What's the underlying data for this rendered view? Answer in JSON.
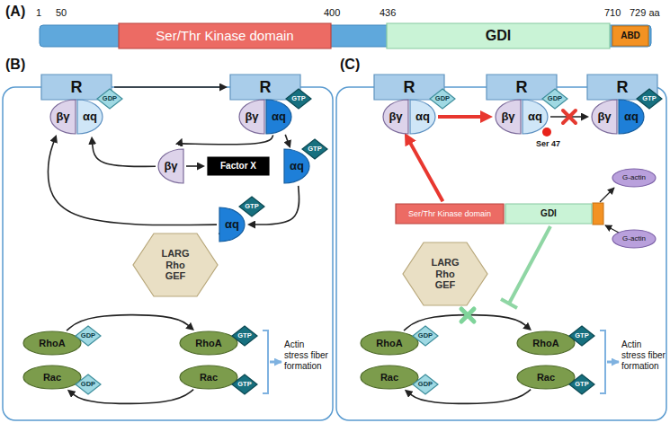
{
  "diagram": {
    "nodes": [
      {
        "text": [
          "Ser/Thr Kinase domain"
        ]
      },
      {
        "text": [
          "GDI"
        ]
      },
      {
        "text": [
          "ABD"
        ]
      },
      {
        "text": [
          "R"
        ]
      },
      {
        "text": [
          "βγ"
        ]
      },
      {
        "text": [
          "αq"
        ]
      },
      {
        "text": [
          "GDP"
        ]
      },
      {
        "text": [
          "R"
        ]
      },
      {
        "text": [
          "βγ"
        ]
      },
      {
        "text": [
          "αq"
        ]
      },
      {
        "text": [
          "GTP"
        ]
      },
      {
        "text": [
          "βγ"
        ]
      },
      {
        "text": [
          "Factor X"
        ]
      },
      {
        "text": [
          "αq"
        ]
      },
      {
        "text": [
          "GTP"
        ]
      },
      {
        "text": [
          "αq"
        ]
      },
      {
        "text": [
          "GTP"
        ]
      },
      {
        "text": [
          "LARG Rho GEF"
        ]
      },
      {
        "text": [
          "RhoA"
        ]
      },
      {
        "text": [
          "GDP"
        ]
      },
      {
        "text": [
          "RhoA"
        ]
      },
      {
        "text": [
          "GTP"
        ]
      },
      {
        "text": [
          "Rac"
        ]
      },
      {
        "text": [
          "GDP"
        ]
      },
      {
        "text": [
          "Rac"
        ]
      },
      {
        "text": [
          "GTP"
        ]
      },
      {
        "text": [
          "R"
        ]
      },
      {
        "text": [
          "βγ"
        ]
      },
      {
        "text": [
          "αq"
        ]
      },
      {
        "text": [
          "GDP"
        ]
      },
      {
        "text": [
          "R"
        ]
      },
      {
        "text": [
          "βγ"
        ]
      },
      {
        "text": [
          "αq"
        ]
      },
      {
        "text": [
          "GDP"
        ]
      },
      {
        "text": [
          "R"
        ]
      },
      {
        "text": [
          "βγ"
        ]
      },
      {
        "text": [
          "αq"
        ]
      },
      {
        "text": [
          "GTP"
        ]
      },
      {
        "text": [
          "Ser/Thr Kinase domain"
        ]
      },
      {
        "text": [
          "GDI"
        ]
      },
      {
        "text": [
          "G-actin"
        ]
      },
      {
        "text": [
          "G-actin"
        ]
      },
      {
        "text": [
          "LARG Rho GEF"
        ]
      },
      {
        "text": [
          "RhoA"
        ]
      },
      {
        "text": [
          "GDP"
        ]
      },
      {
        "text": [
          "RhoA"
        ]
      },
      {
        "text": [
          "GTP"
        ]
      },
      {
        "text": [
          "Rac"
        ]
      },
      {
        "text": [
          "GDP"
        ]
      },
      {
        "text": [
          "Rac"
        ]
      },
      {
        "text": [
          "GTP"
        ]
      }
    ],
    "edges": [
      {
        "from": 3,
        "to": 7,
        "arrow": "to"
      },
      {
        "from": 9,
        "to": 11,
        "arrow": "to"
      },
      {
        "from": 9,
        "to": 13,
        "arrow": "to"
      },
      {
        "from": 11,
        "to": 12,
        "arrow": "to"
      },
      {
        "from": 11,
        "to": 5,
        "arrow": "to"
      },
      {
        "from": 13,
        "to": 15,
        "arrow": "to"
      },
      {
        "from": 15,
        "to": 17,
        "arrow": "to"
      },
      {
        "from": 15,
        "to": 4,
        "arrow": "to"
      },
      {
        "from": 18,
        "to": 20,
        "arrow": "to"
      },
      {
        "from": 24,
        "to": 22,
        "arrow": "to"
      },
      {
        "from": 38,
        "to": 27,
        "arrow": "to"
      },
      {
        "from": 28,
        "to": 31,
        "arrow": "to"
      },
      {
        "from": 32,
        "to": 35,
        "arrow": "to"
      },
      {
        "from": 43,
        "to": 45,
        "arrow": "to"
      },
      {
        "from": 49,
        "to": 47,
        "arrow": "to"
      }
    ],
    "labels": [
      "(A)",
      "1",
      "50",
      "400",
      "436",
      "710",
      "729 aa",
      "(B)",
      "(C)",
      "Ser 47",
      "Actin stress fiber formation",
      "Actin stress fiber formation"
    ]
  }
}
